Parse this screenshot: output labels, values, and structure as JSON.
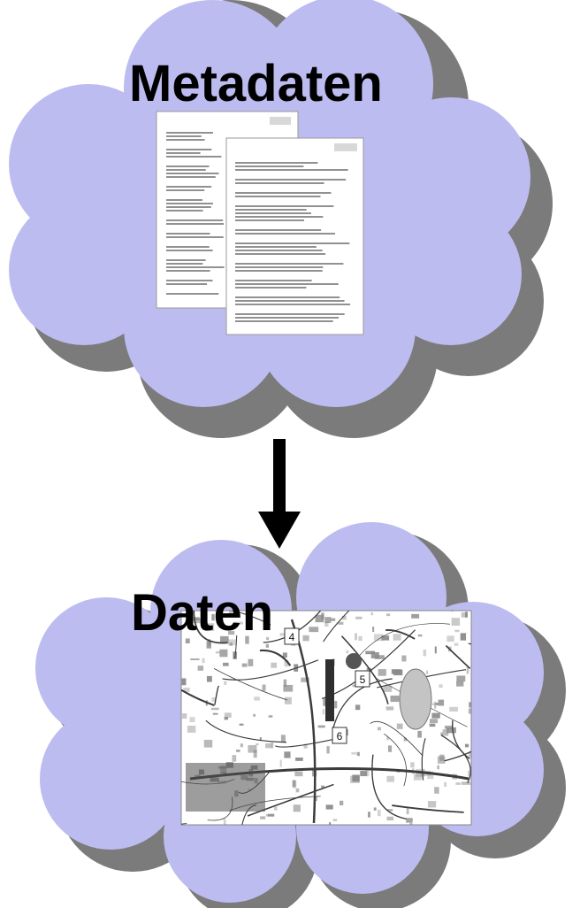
{
  "diagram": {
    "top_cloud": {
      "label": "Metadaten",
      "content": "metadata-documents"
    },
    "arrow": {
      "direction": "down",
      "from": "Metadaten",
      "to": "Daten"
    },
    "bottom_cloud": {
      "label": "Daten",
      "content": "topographic-map",
      "map_marker_numbers": [
        "4",
        "5",
        "6"
      ]
    }
  },
  "colors": {
    "cloud_fill": "#bdbcf0",
    "cloud_shadow": "#7b7b7b",
    "arrow": "#000000",
    "paper": "#ffffff",
    "map_background": "#ffffff"
  }
}
